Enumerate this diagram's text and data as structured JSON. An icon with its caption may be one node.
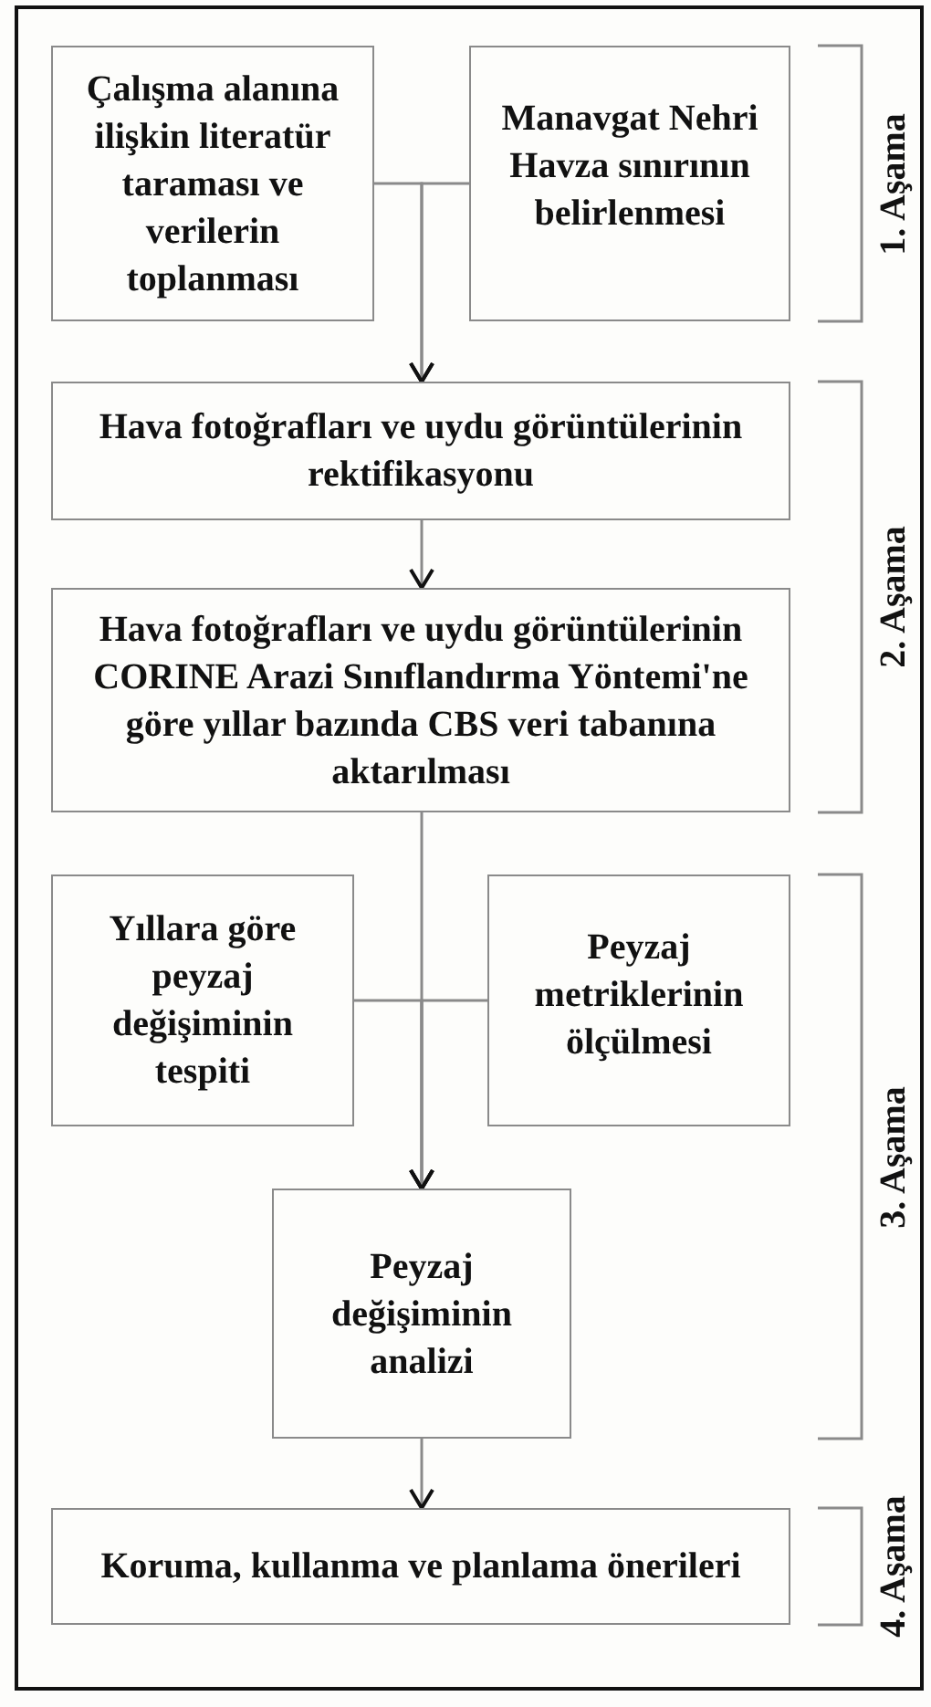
{
  "diagram": {
    "nodes": [
      {
        "text": [
          "Çalışma alanına ilişkin literatür taraması ve verilerin toplanması"
        ]
      },
      {
        "text": [
          "Manavgat Nehri Havza sınırının belirlenmesi"
        ]
      },
      {
        "text": [
          "Hava fotoğrafları ve uydu görüntülerinin rektifikasyonu"
        ]
      },
      {
        "text": [
          "Hava fotoğrafları ve uydu görüntülerinin CORINE Arazi Sınıflandırma Yöntemi'ne göre yıllar bazında CBS veri tabanına aktarılması"
        ]
      },
      {
        "text": [
          "Yıllara göre peyzaj değişiminin tespiti"
        ]
      },
      {
        "text": [
          "Peyzaj metriklerinin ölçülmesi"
        ]
      },
      {
        "text": [
          "Peyzaj değişiminin analizi"
        ]
      },
      {
        "text": [
          "Koruma, kullanma ve planlama önerileri"
        ]
      }
    ],
    "edges": [
      {
        "from": 0,
        "to": 2,
        "arrow": "to"
      },
      {
        "from": 1,
        "to": 2,
        "arrow": "to"
      },
      {
        "from": 2,
        "to": 3,
        "arrow": "to"
      },
      {
        "from": 3,
        "to": 6,
        "arrow": "to"
      },
      {
        "from": 4,
        "to": 6,
        "arrow": "to"
      },
      {
        "from": 5,
        "to": 6,
        "arrow": "to"
      },
      {
        "from": 6,
        "to": 7,
        "arrow": "to"
      }
    ],
    "labels": [
      "1. Aşama",
      "2. Aşama",
      "3. Aşama",
      "4. Aşama"
    ]
  }
}
